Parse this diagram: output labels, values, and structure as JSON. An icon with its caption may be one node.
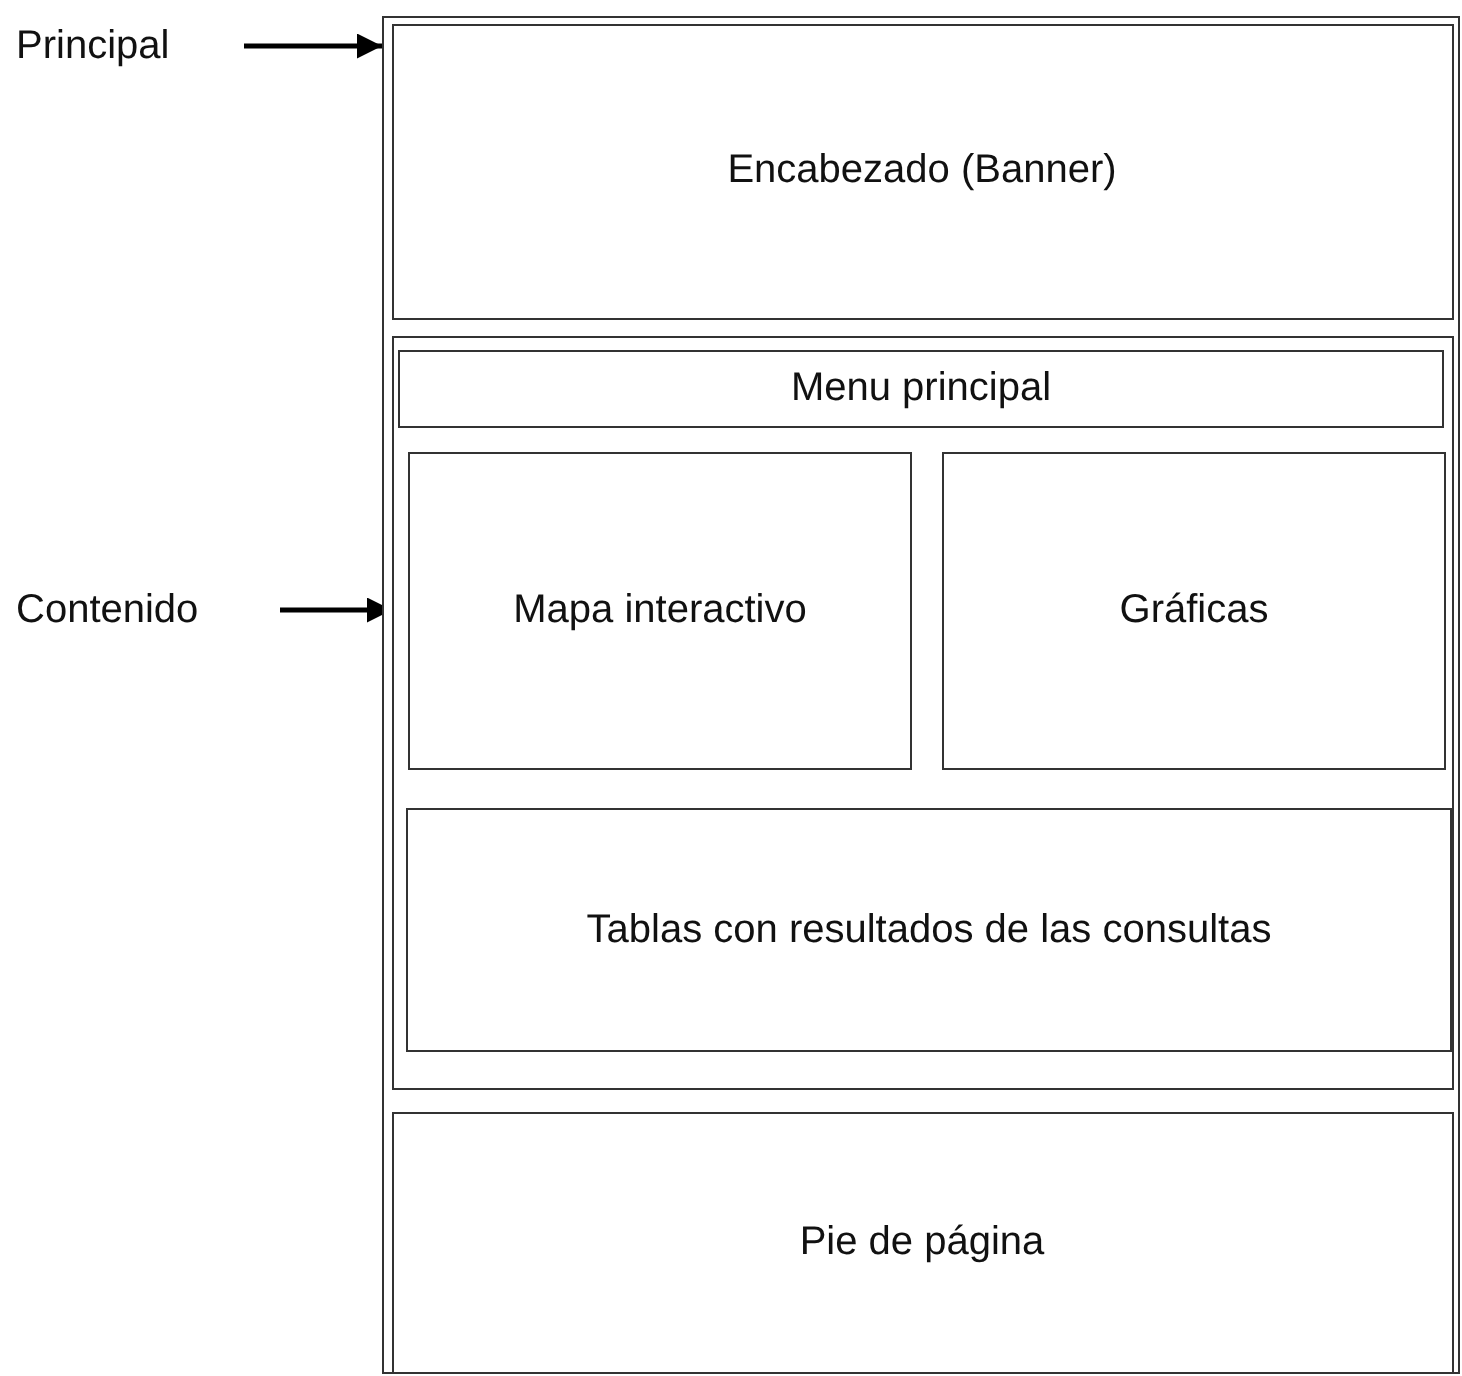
{
  "diagram": {
    "nodes": [
      {
        "text": [
          "Principal"
        ]
      },
      {
        "text": [],
        "shape": "box"
      },
      {
        "text": [
          "Encabezado (Banner)"
        ],
        "in": 1
      },
      {
        "text": [
          "Contenido"
        ]
      },
      {
        "text": [],
        "shape": "box",
        "in": 1
      },
      {
        "text": [
          "Menu principal"
        ],
        "in": 4
      },
      {
        "text": [
          "Mapa interactivo"
        ],
        "in": 4
      },
      {
        "text": [
          "Gráficas"
        ],
        "in": 4
      },
      {
        "text": [
          "Tablas con resultados de las consultas"
        ],
        "in": 4
      },
      {
        "text": [
          "Pie de página"
        ],
        "in": 1
      }
    ],
    "edges": [
      {
        "from": 0,
        "to": 1,
        "arrow": "to"
      },
      {
        "from": 3,
        "to": 4,
        "arrow": "to"
      }
    ]
  }
}
